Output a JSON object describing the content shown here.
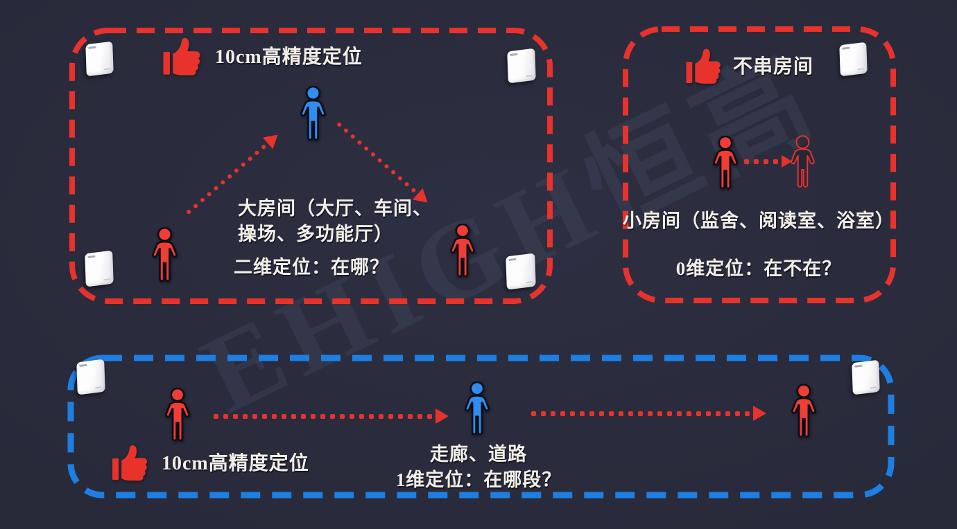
{
  "watermark": "EHIGH恒高",
  "colors": {
    "red": "#e8322c",
    "blue": "#1d7fe2",
    "person_red": "#f03d36",
    "person_blue": "#2f8df0",
    "background": "#282a3a",
    "text": "#f2efe9"
  },
  "zones": {
    "large_room": {
      "advantage": "10cm高精度定位",
      "description_line1": "大房间（大厅、车间、",
      "description_line2": "操场、多功能厅）",
      "question": "二维定位：在哪？"
    },
    "small_room": {
      "advantage": "不串房间",
      "description": "小房间（监舍、阅读室、浴室）",
      "question": "0维定位：在不在？"
    },
    "corridor": {
      "advantage": "10cm高精度定位",
      "description": "走廊、道路",
      "question": "1维定位：在哪段？"
    }
  },
  "icons": {
    "thumbs_up": "like-thumb (css/svg shape)",
    "uwb_anchor": "white wall panel (css shape)",
    "person_solid": "standing person pictogram (svg)",
    "person_outline": "hollow person pictogram (svg)",
    "dotted_arrow": "red dotted ranging arrow (css shapes)"
  }
}
